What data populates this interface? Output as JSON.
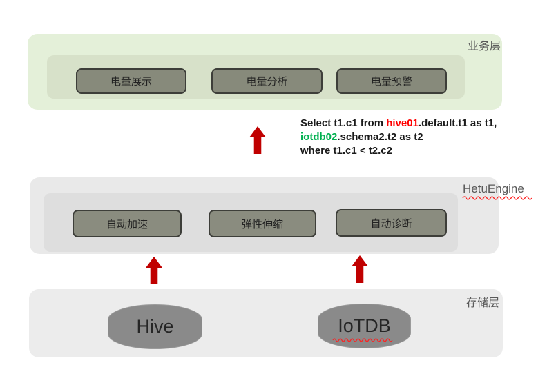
{
  "layers": {
    "business": {
      "label": "业务层",
      "buttons": [
        {
          "label": "电量展示"
        },
        {
          "label": "电量分析"
        },
        {
          "label": "电量预警"
        }
      ]
    },
    "engine": {
      "label": "HetuEngine",
      "label_underline": "red-wavy",
      "buttons": [
        {
          "label": "自动加速"
        },
        {
          "label": "弹性伸缩"
        },
        {
          "label": "自动诊断"
        }
      ]
    },
    "storage": {
      "label": "存储层",
      "databases": [
        {
          "name": "Hive"
        },
        {
          "name": "IoTDB",
          "underline": "red-wavy"
        }
      ]
    }
  },
  "sql": {
    "line1": [
      {
        "text": "Select t1.c1 from "
      },
      {
        "text": "hive01"
      },
      {
        "text": ".default.t1 as t1,"
      }
    ],
    "line2": [
      {
        "text": "iotdb02"
      },
      {
        "text": ".schema2.t2 as t2"
      }
    ],
    "line3": [
      {
        "text": "where t1.c1 < t2.c2"
      }
    ]
  },
  "arrows": {
    "count": 3,
    "direction": "up",
    "color": "#c00000"
  },
  "colors": {
    "business_layer_bg": "#e4f0d9",
    "business_inner_bg": "#d7e1c9",
    "engine_layer_bg": "#e9e9e9",
    "engine_inner_bg": "#dedede",
    "storage_layer_bg": "#ececec",
    "shape_button_fill": "#878a7b",
    "shape_button_border": "#3d3e39",
    "cylinder_fill": "#8a8a8a",
    "label_text": "#595959",
    "sql_highlight_red": "#ff0000",
    "sql_highlight_green": "#00b050",
    "arrow_red": "#c00000"
  }
}
